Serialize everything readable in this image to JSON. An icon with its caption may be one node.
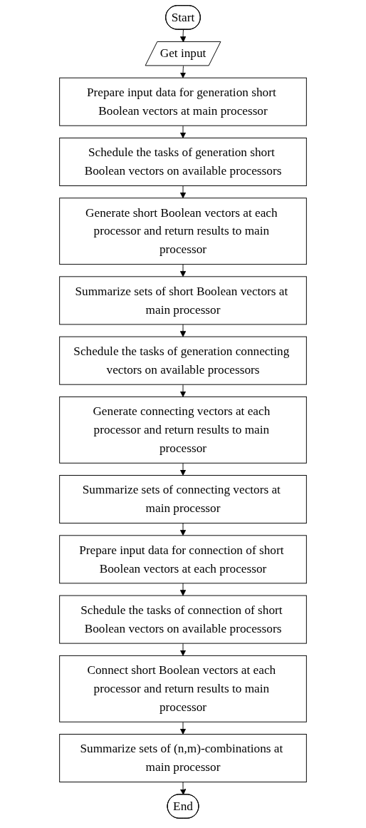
{
  "diagram": {
    "nodes": [
      {
        "text": [
          "Start"
        ]
      },
      {
        "text": [
          "Get input"
        ]
      },
      {
        "text": [
          "Prepare input data for generation short Boolean vectors at main processor"
        ]
      },
      {
        "text": [
          "Schedule the tasks of generation short Boolean vectors on available processors"
        ]
      },
      {
        "text": [
          "Generate short Boolean vectors at each processor and return results to main processor"
        ]
      },
      {
        "text": [
          "Summarize sets of short Boolean vectors at main processor"
        ]
      },
      {
        "text": [
          "Schedule the tasks of generation connecting vectors on available processors"
        ]
      },
      {
        "text": [
          "Generate connecting vectors at each processor and return results to main processor"
        ]
      },
      {
        "text": [
          "Summarize sets of connecting vectors at main processor"
        ]
      },
      {
        "text": [
          "Prepare input data for connection of short Boolean vectors at each processor"
        ]
      },
      {
        "text": [
          "Schedule the tasks of connection of short Boolean vectors on available processors"
        ]
      },
      {
        "text": [
          "Connect short Boolean vectors at each processor and return results to main processor"
        ]
      },
      {
        "text": [
          "Summarize sets of (n,m)-combinations at main processor"
        ]
      },
      {
        "text": [
          "End"
        ]
      }
    ],
    "edges": [
      {
        "from": 0,
        "to": 1,
        "arrow": "to"
      },
      {
        "from": 1,
        "to": 2,
        "arrow": "to"
      },
      {
        "from": 2,
        "to": 3,
        "arrow": "to"
      },
      {
        "from": 3,
        "to": 4,
        "arrow": "to"
      },
      {
        "from": 4,
        "to": 5,
        "arrow": "to"
      },
      {
        "from": 5,
        "to": 6,
        "arrow": "to"
      },
      {
        "from": 6,
        "to": 7,
        "arrow": "to"
      },
      {
        "from": 7,
        "to": 8,
        "arrow": "to"
      },
      {
        "from": 8,
        "to": 9,
        "arrow": "to"
      },
      {
        "from": 9,
        "to": 10,
        "arrow": "to"
      },
      {
        "from": 10,
        "to": 11,
        "arrow": "to"
      },
      {
        "from": 11,
        "to": 12,
        "arrow": "to"
      },
      {
        "from": 12,
        "to": 13,
        "arrow": "to"
      }
    ]
  }
}
